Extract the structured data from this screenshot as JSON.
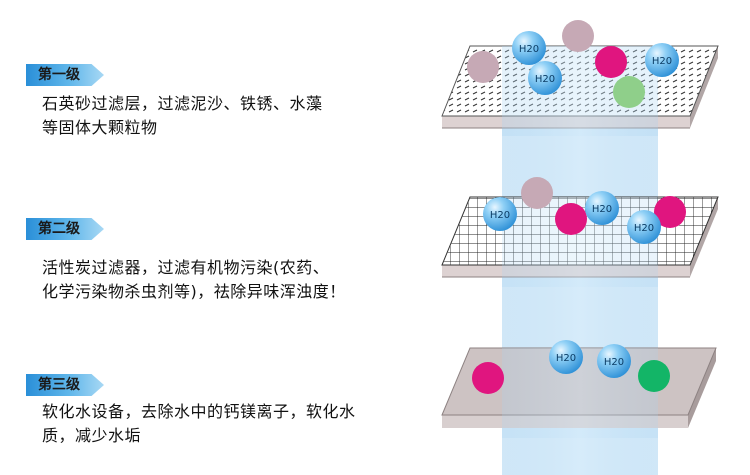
{
  "levels": [
    {
      "tag": "第一级",
      "text": "石英砂过滤层，过滤泥沙、铁锈、水藻\n等固体大颗粒物"
    },
    {
      "tag": "第二级",
      "text": "活性炭过滤器，过滤有机物污染(农药、\n化学污染物杀虫剂等)，祛除异味浑浊度！"
    },
    {
      "tag": "第三级",
      "text": "软化水设备，去除水中的钙镁离子，软化水\n质，减少水垢"
    }
  ],
  "molecule_label": "H20",
  "colors": {
    "tag_gradient_start": "#2a8fd8",
    "water_beam": "#bfe0f6",
    "water_molecule": "#5ab3ea",
    "impurity_mauve": "#c6a9b5",
    "impurity_magenta": "#e0157f",
    "impurity_green": "#8fcf8a",
    "impurity_green_dark": "#13b567",
    "plate_top": "#d8cfcf",
    "plate_side": "#a89c9c"
  }
}
